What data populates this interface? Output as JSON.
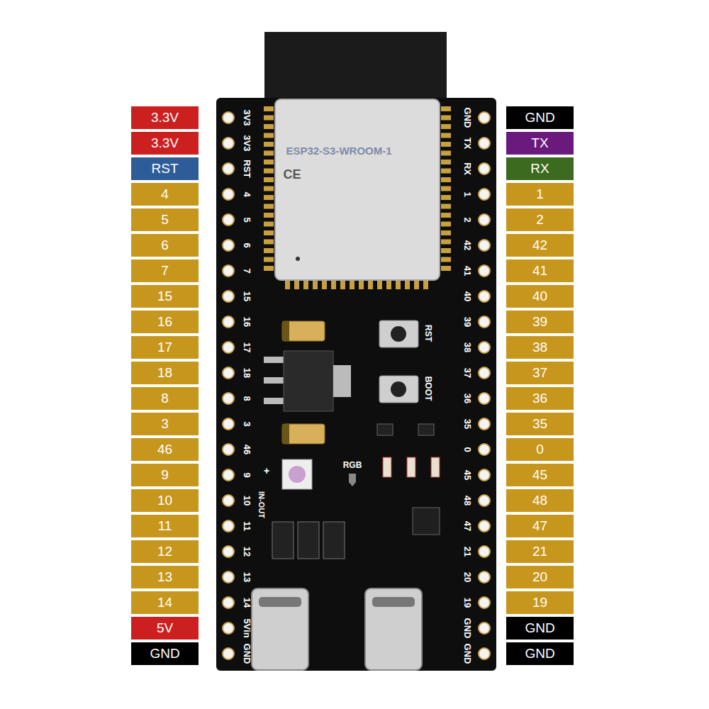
{
  "diagram": {
    "nodes": [
      {
        "text": [
          "3.3V"
        ]
      },
      {
        "text": [
          "3.3V"
        ]
      },
      {
        "text": [
          "RST"
        ]
      },
      {
        "text": [
          "4"
        ]
      },
      {
        "text": [
          "5"
        ]
      },
      {
        "text": [
          "6"
        ]
      },
      {
        "text": [
          "7"
        ]
      },
      {
        "text": [
          "15"
        ]
      },
      {
        "text": [
          "16"
        ]
      },
      {
        "text": [
          "17"
        ]
      },
      {
        "text": [
          "18"
        ]
      },
      {
        "text": [
          "8"
        ]
      },
      {
        "text": [
          "3"
        ]
      },
      {
        "text": [
          "46"
        ]
      },
      {
        "text": [
          "9"
        ]
      },
      {
        "text": [
          "10"
        ]
      },
      {
        "text": [
          "11"
        ]
      },
      {
        "text": [
          "12"
        ]
      },
      {
        "text": [
          "13"
        ]
      },
      {
        "text": [
          "14"
        ]
      },
      {
        "text": [
          "5V"
        ]
      },
      {
        "text": [
          "GND"
        ]
      },
      {
        "text": [
          "GND"
        ]
      },
      {
        "text": [
          "TX"
        ]
      },
      {
        "text": [
          "RX"
        ]
      },
      {
        "text": [
          "1"
        ]
      },
      {
        "text": [
          "2"
        ]
      },
      {
        "text": [
          "42"
        ]
      },
      {
        "text": [
          "41"
        ]
      },
      {
        "text": [
          "40"
        ]
      },
      {
        "text": [
          "39"
        ]
      },
      {
        "text": [
          "38"
        ]
      },
      {
        "text": [
          "37"
        ]
      },
      {
        "text": [
          "36"
        ]
      },
      {
        "text": [
          "35"
        ]
      },
      {
        "text": [
          "0"
        ]
      },
      {
        "text": [
          "45"
        ]
      },
      {
        "text": [
          "48"
        ]
      },
      {
        "text": [
          "47"
        ]
      },
      {
        "text": [
          "21"
        ]
      },
      {
        "text": [
          "20"
        ]
      },
      {
        "text": [
          "19"
        ]
      },
      {
        "text": [
          "GND"
        ]
      },
      {
        "text": [
          "GND"
        ]
      }
    ],
    "labels": [
      "ESP32-S3-WROOM-1",
      "CE",
      "RST",
      "BOOT",
      "+",
      "RGB",
      "IN-OUT",
      "3V3",
      "3V3",
      "RST",
      "4",
      "5",
      "6",
      "7",
      "15",
      "16",
      "17",
      "18",
      "8",
      "3",
      "46",
      "9",
      "10",
      "11",
      "12",
      "13",
      "14",
      "5Vin",
      "GND",
      "GND",
      "TX",
      "RX",
      "1",
      "2",
      "42",
      "41",
      "40",
      "39",
      "38",
      "37",
      "36",
      "35",
      "0",
      "45",
      "48",
      "47",
      "21",
      "20",
      "19",
      "GND",
      "GND"
    ]
  }
}
